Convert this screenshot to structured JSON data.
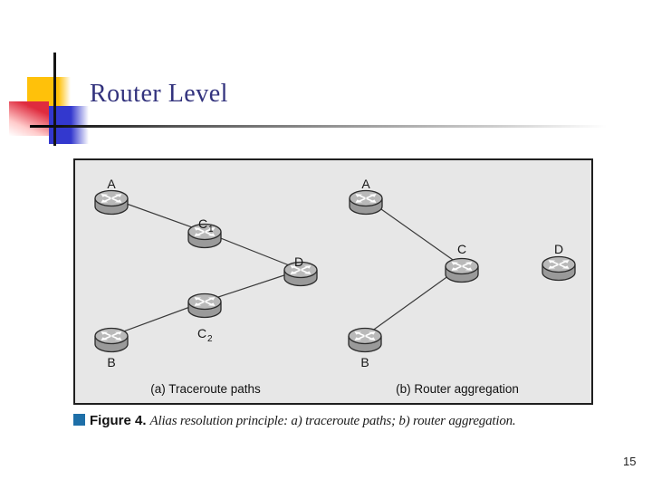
{
  "slide": {
    "title": "Router Level",
    "page_number": "15"
  },
  "figure": {
    "panel_a": {
      "caption": "(a) Traceroute paths",
      "labels": {
        "a": "A",
        "c1": "C",
        "c1_sub": "1",
        "d": "D",
        "c2": "C",
        "c2_sub": "2",
        "b": "B"
      }
    },
    "panel_b": {
      "caption": "(b) Router aggregation",
      "labels": {
        "a": "A",
        "c": "C",
        "d": "D",
        "b": "B"
      }
    },
    "caption": {
      "label": "Figure 4.",
      "text": "Alias resolution principle: a) traceroute paths; b) router aggregation."
    }
  },
  "colors": {
    "title_text": "#32327D",
    "caption_bullet": "#1E6FA8",
    "decor_yellow": "#FFC10A",
    "decor_red": "#DF2B3E",
    "decor_blue": "#3338CE",
    "panel_background": "#E7E7E7",
    "router_top": "#B9B9B9",
    "router_body": "#9A9A9A",
    "diagram_line": "#3A3A3A"
  }
}
